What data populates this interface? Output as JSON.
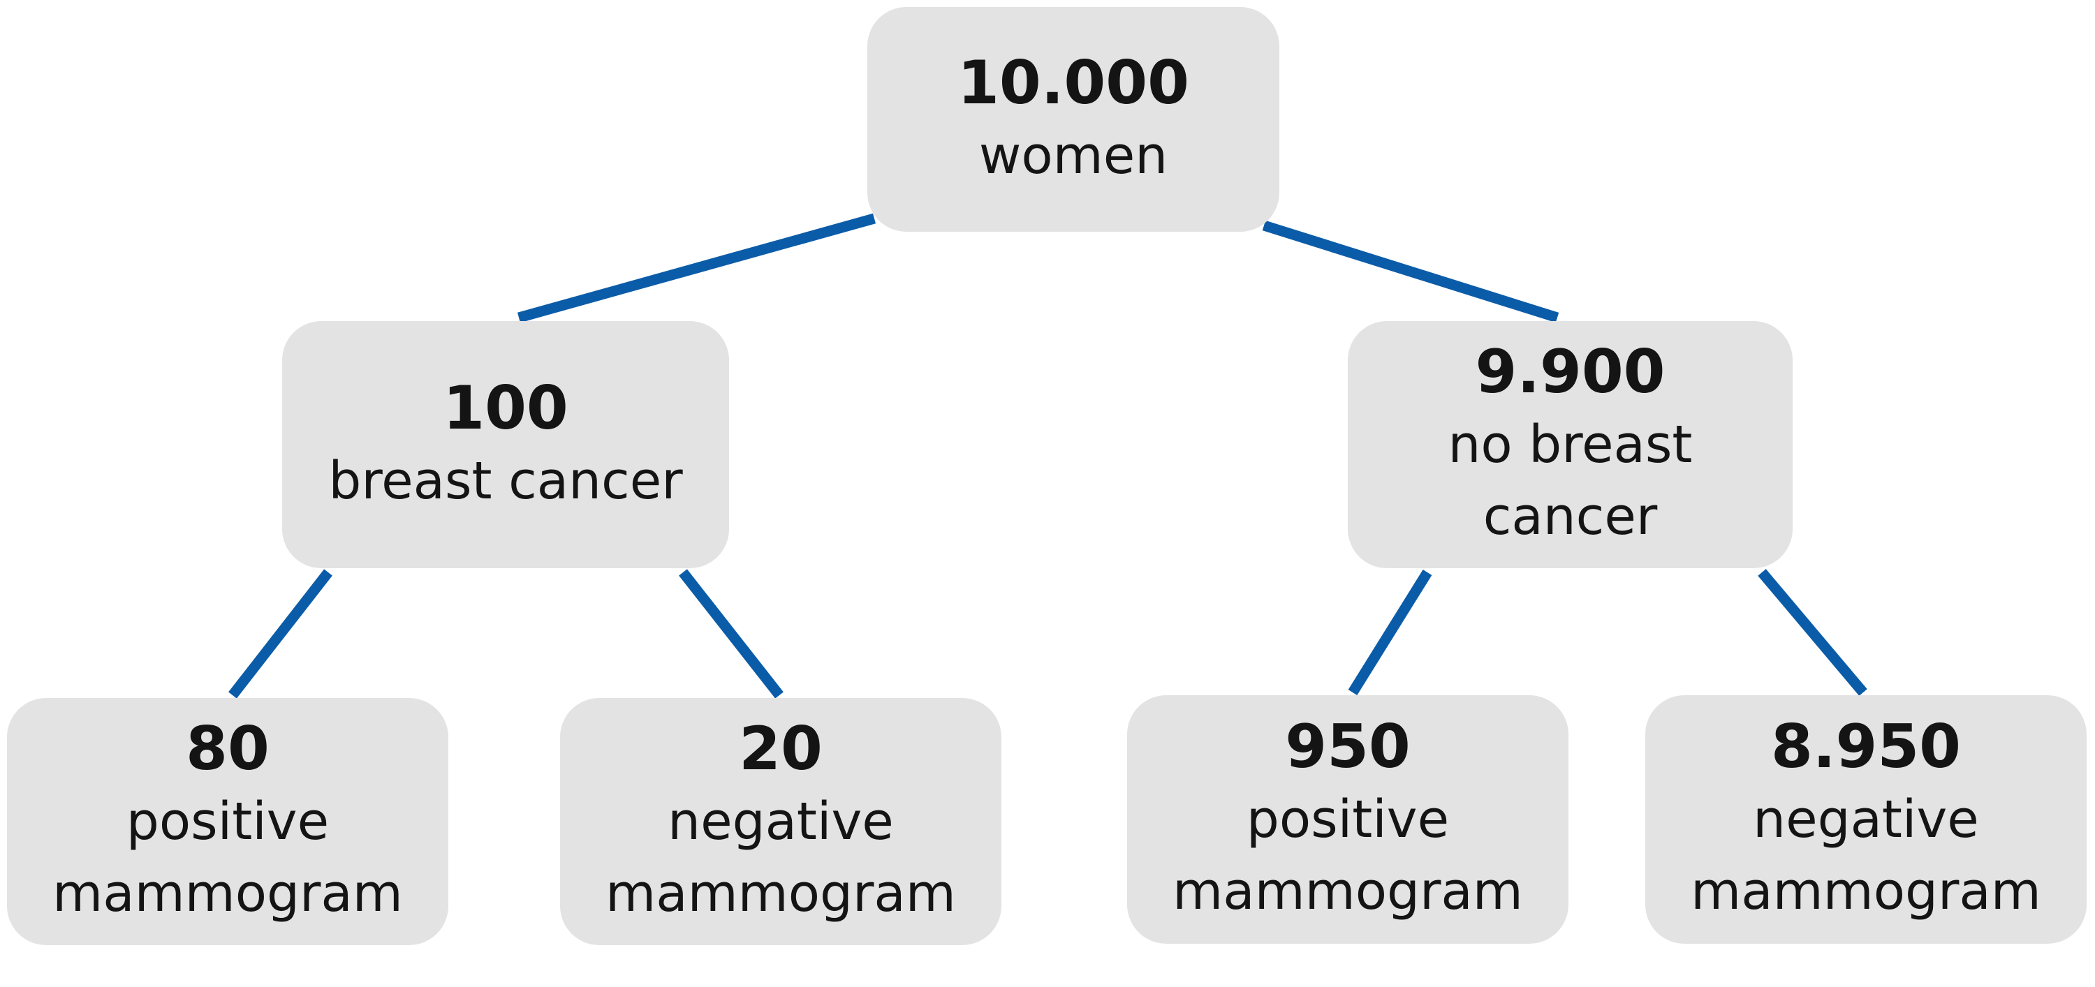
{
  "colors": {
    "connector": "#0b5ca8",
    "node_fill": "#e3e3e3",
    "text": "#141414"
  },
  "tree": {
    "root": {
      "count": "10.000",
      "label": "women"
    },
    "breast_cancer": {
      "count": "100",
      "label": "breast cancer"
    },
    "no_breast_cancer": {
      "count": "9.900",
      "label_line1": "no breast",
      "label_line2": "cancer"
    },
    "bc_positive": {
      "count": "80",
      "label_line1": "positive",
      "label_line2": "mammogram"
    },
    "bc_negative": {
      "count": "20",
      "label_line1": "negative",
      "label_line2": "mammogram"
    },
    "nbc_positive": {
      "count": "950",
      "label_line1": "positive",
      "label_line2": "mammogram"
    },
    "nbc_negative": {
      "count": "8.950",
      "label_line1": "negative",
      "label_line2": "mammogram"
    }
  }
}
